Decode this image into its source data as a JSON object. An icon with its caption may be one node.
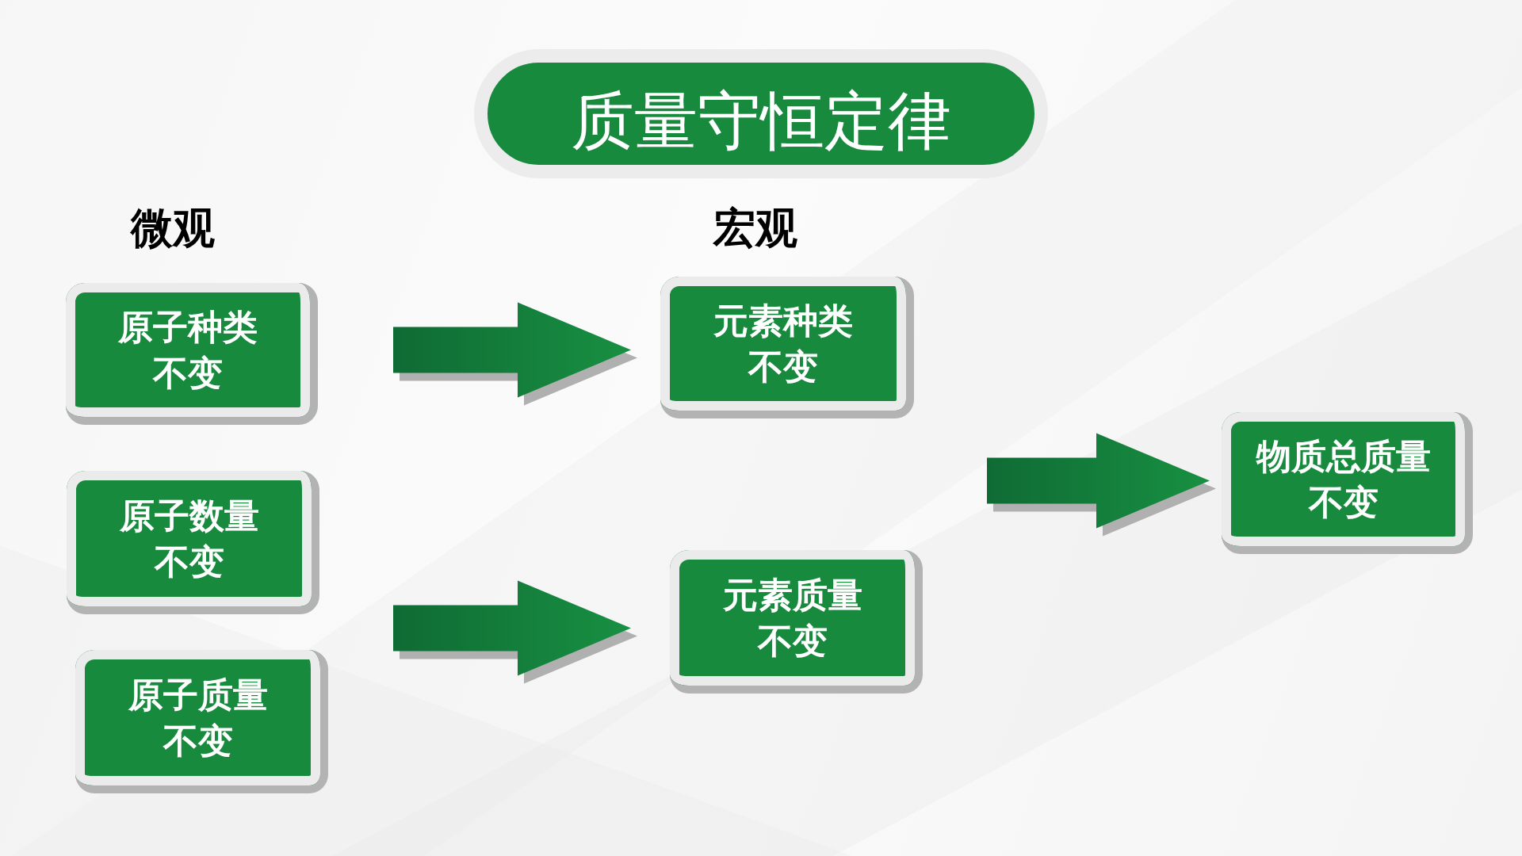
{
  "diagram": {
    "title": "质量守恒定律",
    "nodes": [
      {
        "text": [
          "原子种类不变"
        ]
      },
      {
        "text": [
          "原子数量不变"
        ]
      },
      {
        "text": [
          "原子质量不变"
        ]
      },
      {
        "text": [
          "元素种类不变"
        ]
      },
      {
        "text": [
          "元素质量不变"
        ]
      },
      {
        "text": [
          "物质总质量不变"
        ]
      }
    ],
    "edges": [
      {
        "from": 0,
        "to": 3,
        "arrow": "to"
      },
      {
        "from": 1,
        "to": 4,
        "arrow": "to"
      },
      {
        "from": 2,
        "to": 4,
        "arrow": "to"
      },
      {
        "from": 3,
        "to": 5,
        "arrow": "to"
      },
      {
        "from": 4,
        "to": 5,
        "arrow": "to"
      }
    ],
    "labels": [
      "微观",
      "宏观"
    ]
  }
}
